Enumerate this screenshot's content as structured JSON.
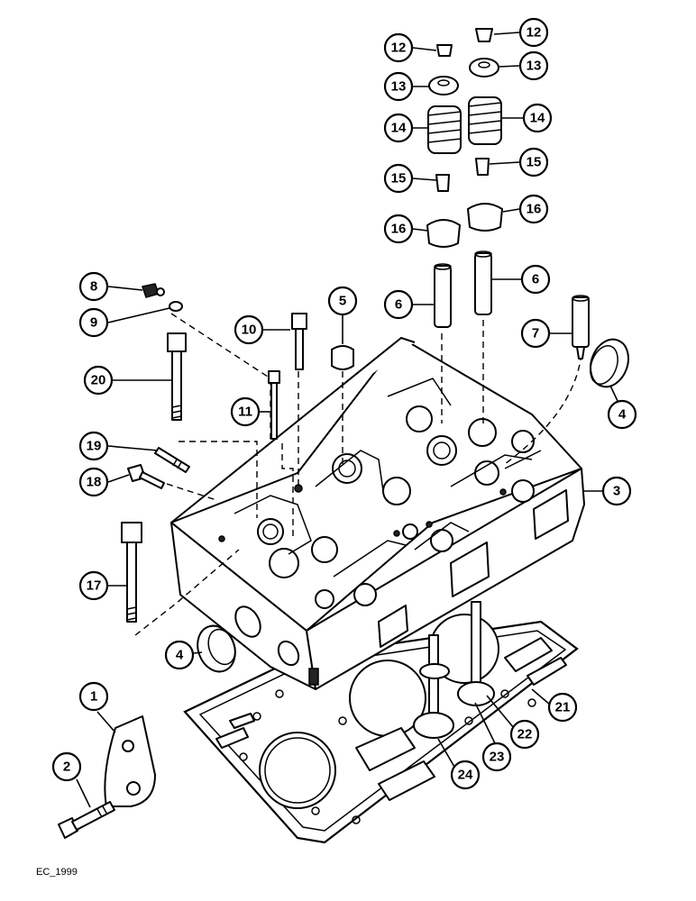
{
  "figure_id": "EC_1999",
  "callouts": [
    {
      "id": "c12a",
      "label": "12"
    },
    {
      "id": "c12b",
      "label": "12"
    },
    {
      "id": "c13a",
      "label": "13"
    },
    {
      "id": "c13b",
      "label": "13"
    },
    {
      "id": "c14a",
      "label": "14"
    },
    {
      "id": "c14b",
      "label": "14"
    },
    {
      "id": "c15a",
      "label": "15"
    },
    {
      "id": "c15b",
      "label": "15"
    },
    {
      "id": "c16a",
      "label": "16"
    },
    {
      "id": "c16b",
      "label": "16"
    },
    {
      "id": "c8",
      "label": "8"
    },
    {
      "id": "c9",
      "label": "9"
    },
    {
      "id": "c5",
      "label": "5"
    },
    {
      "id": "c10",
      "label": "10"
    },
    {
      "id": "c6a",
      "label": "6"
    },
    {
      "id": "c6b",
      "label": "6"
    },
    {
      "id": "c7",
      "label": "7"
    },
    {
      "id": "c20",
      "label": "20"
    },
    {
      "id": "c4a",
      "label": "4"
    },
    {
      "id": "c11",
      "label": "11"
    },
    {
      "id": "c19",
      "label": "19"
    },
    {
      "id": "c3",
      "label": "3"
    },
    {
      "id": "c18",
      "label": "18"
    },
    {
      "id": "c17",
      "label": "17"
    },
    {
      "id": "c4b",
      "label": "4"
    },
    {
      "id": "c21",
      "label": "21"
    },
    {
      "id": "c1",
      "label": "1"
    },
    {
      "id": "c22",
      "label": "22"
    },
    {
      "id": "c23",
      "label": "23"
    },
    {
      "id": "c2",
      "label": "2"
    },
    {
      "id": "c24",
      "label": "24"
    }
  ]
}
